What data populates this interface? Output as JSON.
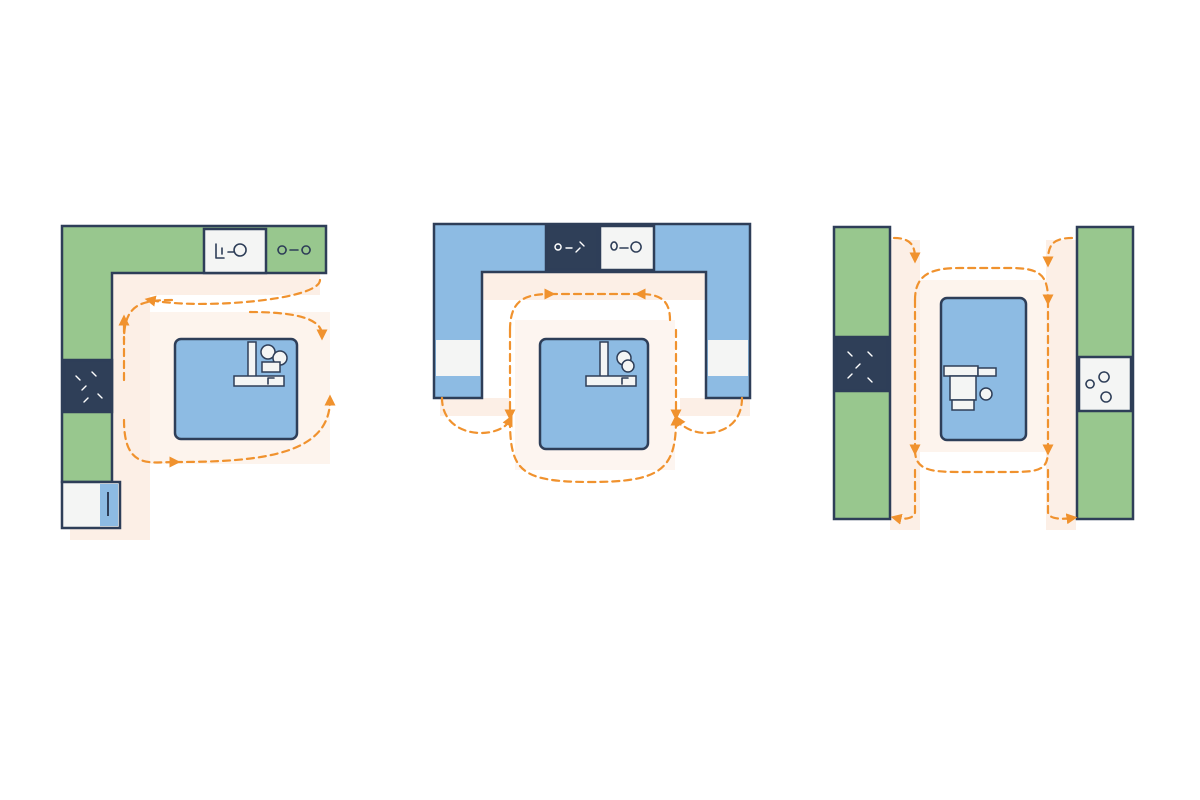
{
  "colors": {
    "background": "#ffffff",
    "counter_green": "#98c78e",
    "counter_blue": "#8dbbe3",
    "island_blue": "#8dbbe3",
    "appliance_dark": "#2f3f58",
    "appliance_white": "#f4f5f4",
    "outline": "#2e3e58",
    "path_orange": "#f0922e",
    "floor_shadow": "#fcefe6"
  },
  "layouts": [
    {
      "type": "L-shape kitchen with island",
      "icons": [
        "stovetop-icon",
        "sink-icon",
        "cooktop-icon",
        "refrigerator-icon"
      ]
    },
    {
      "type": "U-shape kitchen with island",
      "icons": [
        "stovetop-icon",
        "sink-icon"
      ]
    },
    {
      "type": "galley kitchen with island",
      "icons": [
        "stovetop-icon",
        "sink-icon"
      ]
    }
  ]
}
